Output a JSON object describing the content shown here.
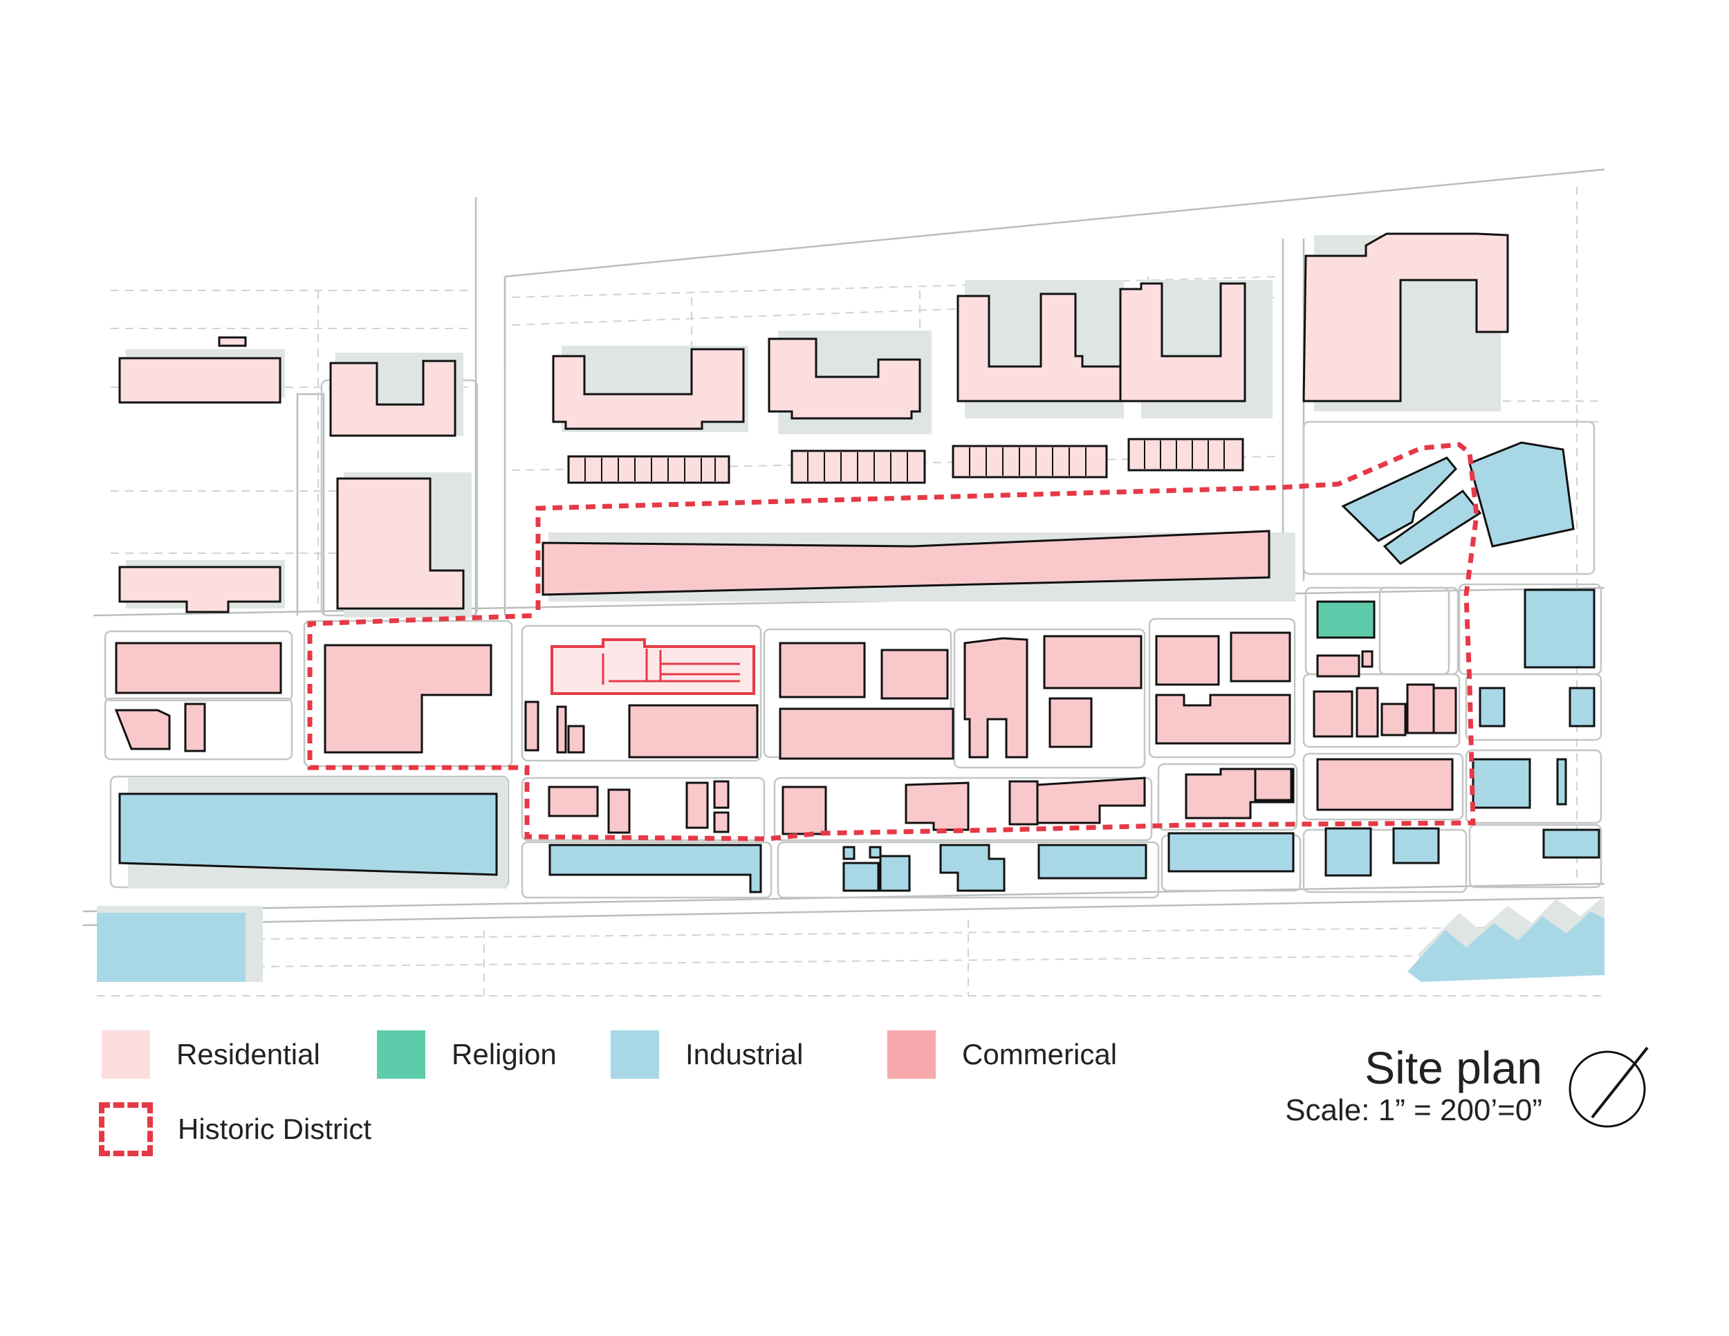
{
  "map": {
    "title": "Site plan",
    "scale": "Scale: 1” = 200’=0”",
    "legend": [
      {
        "label": "Residential",
        "color": "#fcdedf"
      },
      {
        "label": "Religion",
        "color": "#5ecbaa"
      },
      {
        "label": "Industrial",
        "color": "#a8d8e6"
      },
      {
        "label": "Commerical",
        "color": "#f8a9ad"
      },
      {
        "label": "Historic District",
        "color": "#e63946"
      }
    ],
    "icons": {
      "north_arrow": "north-arrow-icon"
    },
    "colors": {
      "residential": "#fcdedf",
      "commercial": "#f8c8cb",
      "industrial": "#a8d8e6",
      "religion": "#5ecbaa",
      "historic_outline": "#e63946",
      "shadow": "#dfe5e3",
      "street_edge": "#b8bdbb"
    }
  }
}
